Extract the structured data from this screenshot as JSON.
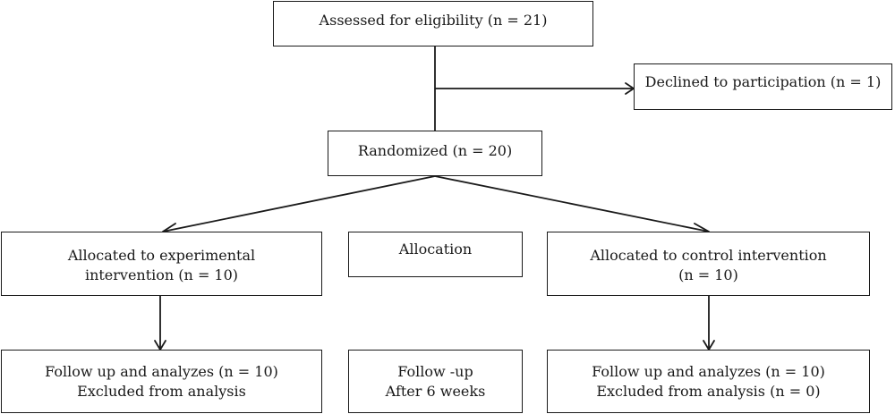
{
  "boxes": {
    "assessed": {
      "lines": [
        "Assessed for eligibility (n = 21)"
      ]
    },
    "declined": {
      "lines": [
        "Declined to participation (n = 1)"
      ]
    },
    "randomized": {
      "lines": [
        "Randomized (n = 20)"
      ]
    },
    "allocated_experimental": {
      "lines": [
        "Allocated to experimental",
        "intervention (n = 10)"
      ]
    },
    "allocation": {
      "lines": [
        "Allocation"
      ]
    },
    "allocated_control": {
      "lines": [
        "Allocated to control intervention",
        "(n = 10)"
      ]
    },
    "followup_experimental": {
      "lines": [
        "Follow up and analyzes (n = 10)",
        "Excluded from analysis"
      ]
    },
    "followup_label": {
      "lines": [
        "Follow -up",
        "After 6 weeks"
      ]
    },
    "followup_control": {
      "lines": [
        "Follow up and analyzes (n = 10)",
        "Excluded from analysis (n = 0)"
      ]
    }
  },
  "colors": {
    "stroke": "#1a1a1a",
    "background": "#ffffff"
  }
}
